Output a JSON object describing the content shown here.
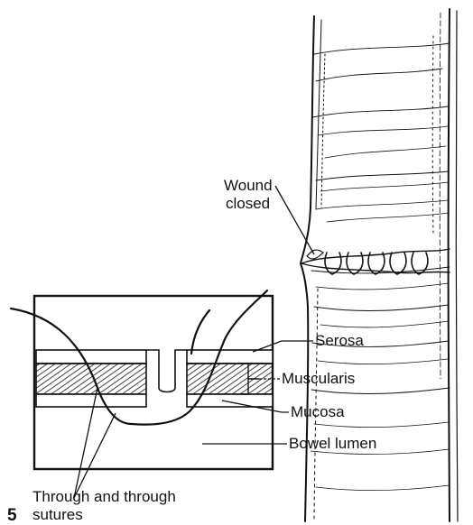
{
  "figure": {
    "number": "5",
    "labels": {
      "wound_line1": "Wound",
      "wound_line2": "closed",
      "serosa": "Serosa",
      "muscularis": "Muscularis",
      "mucosa": "Mucosa",
      "bowel_lumen": "Bowel lumen",
      "sutures_line1": "Through and through",
      "sutures_line2": "sutures"
    }
  },
  "colors": {
    "ink": "#111111",
    "background": "#ffffff"
  }
}
